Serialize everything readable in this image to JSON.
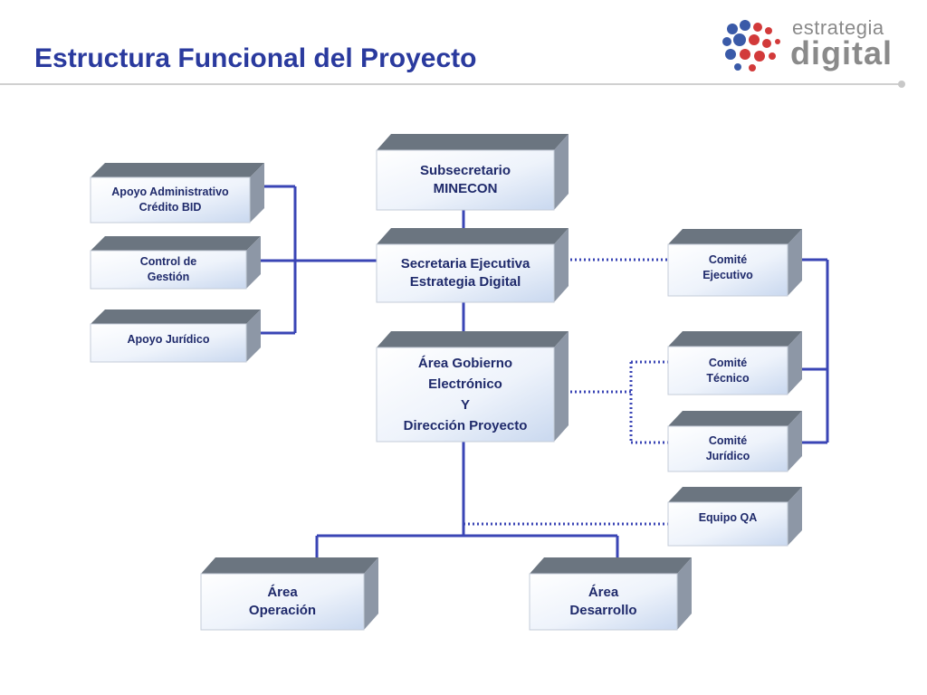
{
  "header": {
    "title": "Estructura Funcional del Proyecto"
  },
  "logo": {
    "line1": "estrategia",
    "line2": "digital"
  },
  "nodes": {
    "subsecretario": {
      "line1": "Subsecretario",
      "line2": "MINECON"
    },
    "secretaria": {
      "line1": "Secretaria Ejecutiva",
      "line2": "Estrategia Digital"
    },
    "area_gobierno": {
      "line1": "Área Gobierno",
      "line2": "Electrónico",
      "line3": "Y",
      "line4": "Dirección Proyecto"
    },
    "apoyo_admin": {
      "line1": "Apoyo Administrativo",
      "line2": "Crédito BID"
    },
    "control_gestion": {
      "line1": "Control de",
      "line2": "Gestión"
    },
    "apoyo_juridico": {
      "line1": "Apoyo Jurídico"
    },
    "comite_ejecutivo": {
      "line1": "Comité",
      "line2": "Ejecutivo"
    },
    "comite_tecnico": {
      "line1": "Comité",
      "line2": "Técnico"
    },
    "comite_juridico": {
      "line1": "Comité",
      "line2": "Jurídico"
    },
    "equipo_qa": {
      "line1": "Equipo QA"
    },
    "area_operacion": {
      "line1": "Área",
      "line2": "Operación"
    },
    "area_desarrollo": {
      "line1": "Área",
      "line2": "Desarrollo"
    }
  },
  "colors": {
    "title": "#2a3a9e",
    "connector": "#3a45b5",
    "box_top": "#6b7580",
    "box_side": "#8d97a6",
    "text": "#1f2a6b"
  }
}
